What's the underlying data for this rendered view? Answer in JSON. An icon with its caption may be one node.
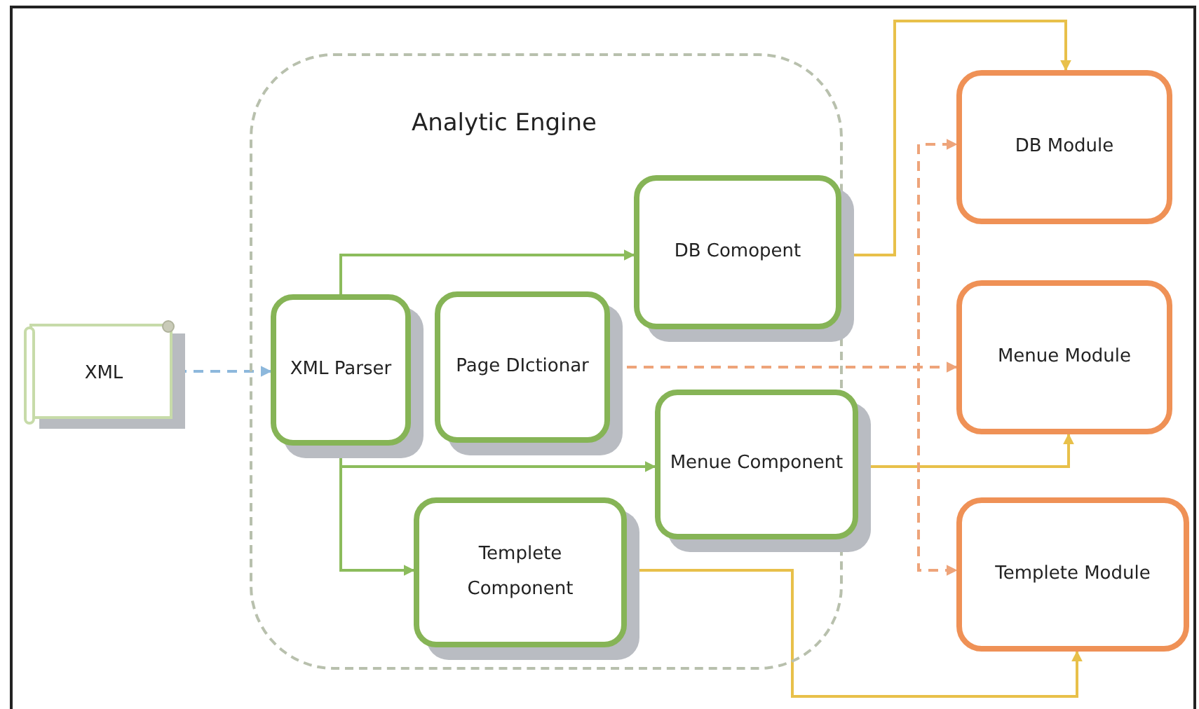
{
  "diagram": {
    "nodes": [
      {
        "text": [
          "Analytic Engine"
        ]
      },
      {
        "text": [
          "XML"
        ]
      },
      {
        "text": [
          "XML Parser"
        ],
        "in": 0
      },
      {
        "text": [
          "Page DIctionar"
        ],
        "in": 0
      },
      {
        "text": [
          "DB Comopent"
        ],
        "in": 0
      },
      {
        "text": [
          "Menue Component"
        ],
        "in": 0
      },
      {
        "text": [
          "Templete Component"
        ],
        "in": 0
      },
      {
        "text": [
          "DB Module"
        ]
      },
      {
        "text": [
          "Menue Module"
        ]
      },
      {
        "text": [
          "Templete Module"
        ]
      }
    ],
    "edges": [
      {
        "from": 1,
        "to": 2,
        "arrow": "to",
        "style": "dashed",
        "color": "#8db8dc"
      },
      {
        "from": 2,
        "to": 4,
        "arrow": "to"
      },
      {
        "from": 2,
        "to": 5,
        "arrow": "to"
      },
      {
        "from": 2,
        "to": 6,
        "arrow": "to"
      },
      {
        "from": 4,
        "to": 7,
        "arrow": "to",
        "color": "#e8c04a"
      },
      {
        "from": 5,
        "to": 8,
        "arrow": "to",
        "color": "#e8c04a"
      },
      {
        "from": 6,
        "to": 9,
        "arrow": "to",
        "color": "#e8c04a"
      },
      {
        "from": 3,
        "to": 7,
        "arrow": "to",
        "style": "dashed",
        "color": "#eea47a"
      },
      {
        "from": 3,
        "to": 8,
        "arrow": "to",
        "style": "dashed",
        "color": "#eea47a"
      },
      {
        "from": 3,
        "to": 9,
        "arrow": "to",
        "style": "dashed",
        "color": "#eea47a"
      }
    ]
  }
}
